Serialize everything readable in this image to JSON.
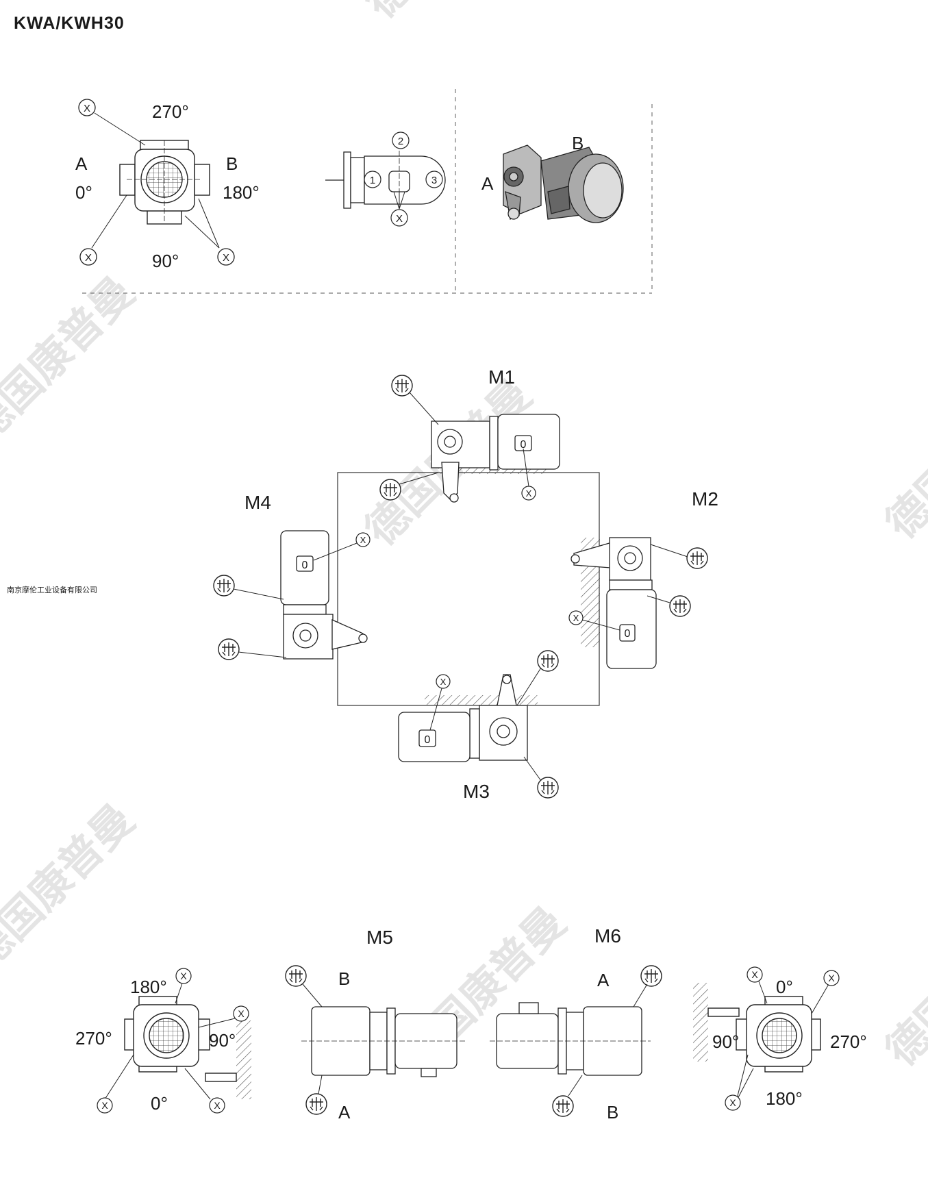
{
  "page": {
    "title": "KWA/KWH30",
    "company": "南京摩伦工业设备有限公司",
    "watermark": "德国康普曼"
  },
  "top": {
    "angles": {
      "a270": "270°",
      "a0": "0°",
      "a180": "180°",
      "a90": "90°"
    },
    "side_a": "A",
    "side_b": "B",
    "marker_x": "X",
    "positions": [
      "1",
      "2",
      "3"
    ],
    "photo_a": "A",
    "photo_b": "B"
  },
  "mounting": {
    "m1": "M1",
    "m2": "M2",
    "m3": "M3",
    "m4": "M4",
    "zero": "0",
    "marker_x": "X"
  },
  "bottom": {
    "m5": "M5",
    "m6": "M6",
    "left_angles": {
      "a180": "180°",
      "a270": "270°",
      "a90": "90°",
      "a0": "0°"
    },
    "right_angles": {
      "a0": "0°",
      "a90": "90°",
      "a270": "270°",
      "a180": "180°"
    },
    "side_a": "A",
    "side_b": "B",
    "marker_x": "X"
  }
}
